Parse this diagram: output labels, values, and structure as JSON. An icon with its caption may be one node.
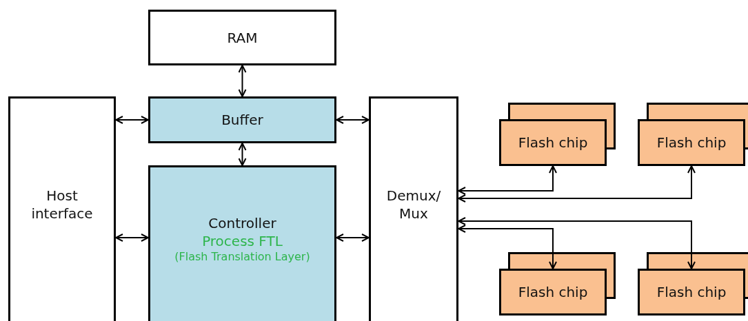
{
  "diagram": {
    "nodes": [
      {
        "text": [
          "RAM"
        ]
      },
      {
        "text": [
          "Host interface"
        ]
      },
      {
        "text": [
          "Buffer"
        ]
      },
      {
        "text": [
          "Controller",
          "Process FTL",
          "(Flash Translation Layer)"
        ]
      },
      {
        "text": [
          "Demux/ Mux"
        ]
      },
      {
        "text": [
          "Flash chip"
        ]
      },
      {
        "text": [
          "Flash chip"
        ]
      },
      {
        "text": [
          "Flash chip"
        ]
      },
      {
        "text": [
          "Flash chip"
        ]
      }
    ],
    "edges": [
      {
        "from": 0,
        "to": 2,
        "arrow": "both"
      },
      {
        "from": 1,
        "to": 2,
        "arrow": "both"
      },
      {
        "from": 2,
        "to": 3,
        "arrow": "both"
      },
      {
        "from": 1,
        "to": 3,
        "arrow": "both"
      },
      {
        "from": 2,
        "to": 4,
        "arrow": "both"
      },
      {
        "from": 3,
        "to": 4,
        "arrow": "both"
      },
      {
        "from": 4,
        "to": 5,
        "arrow": "both"
      },
      {
        "from": 4,
        "to": 6,
        "arrow": "both"
      },
      {
        "from": 4,
        "to": 8,
        "arrow": "both"
      },
      {
        "from": 4,
        "to": 7,
        "arrow": "both"
      }
    ]
  }
}
